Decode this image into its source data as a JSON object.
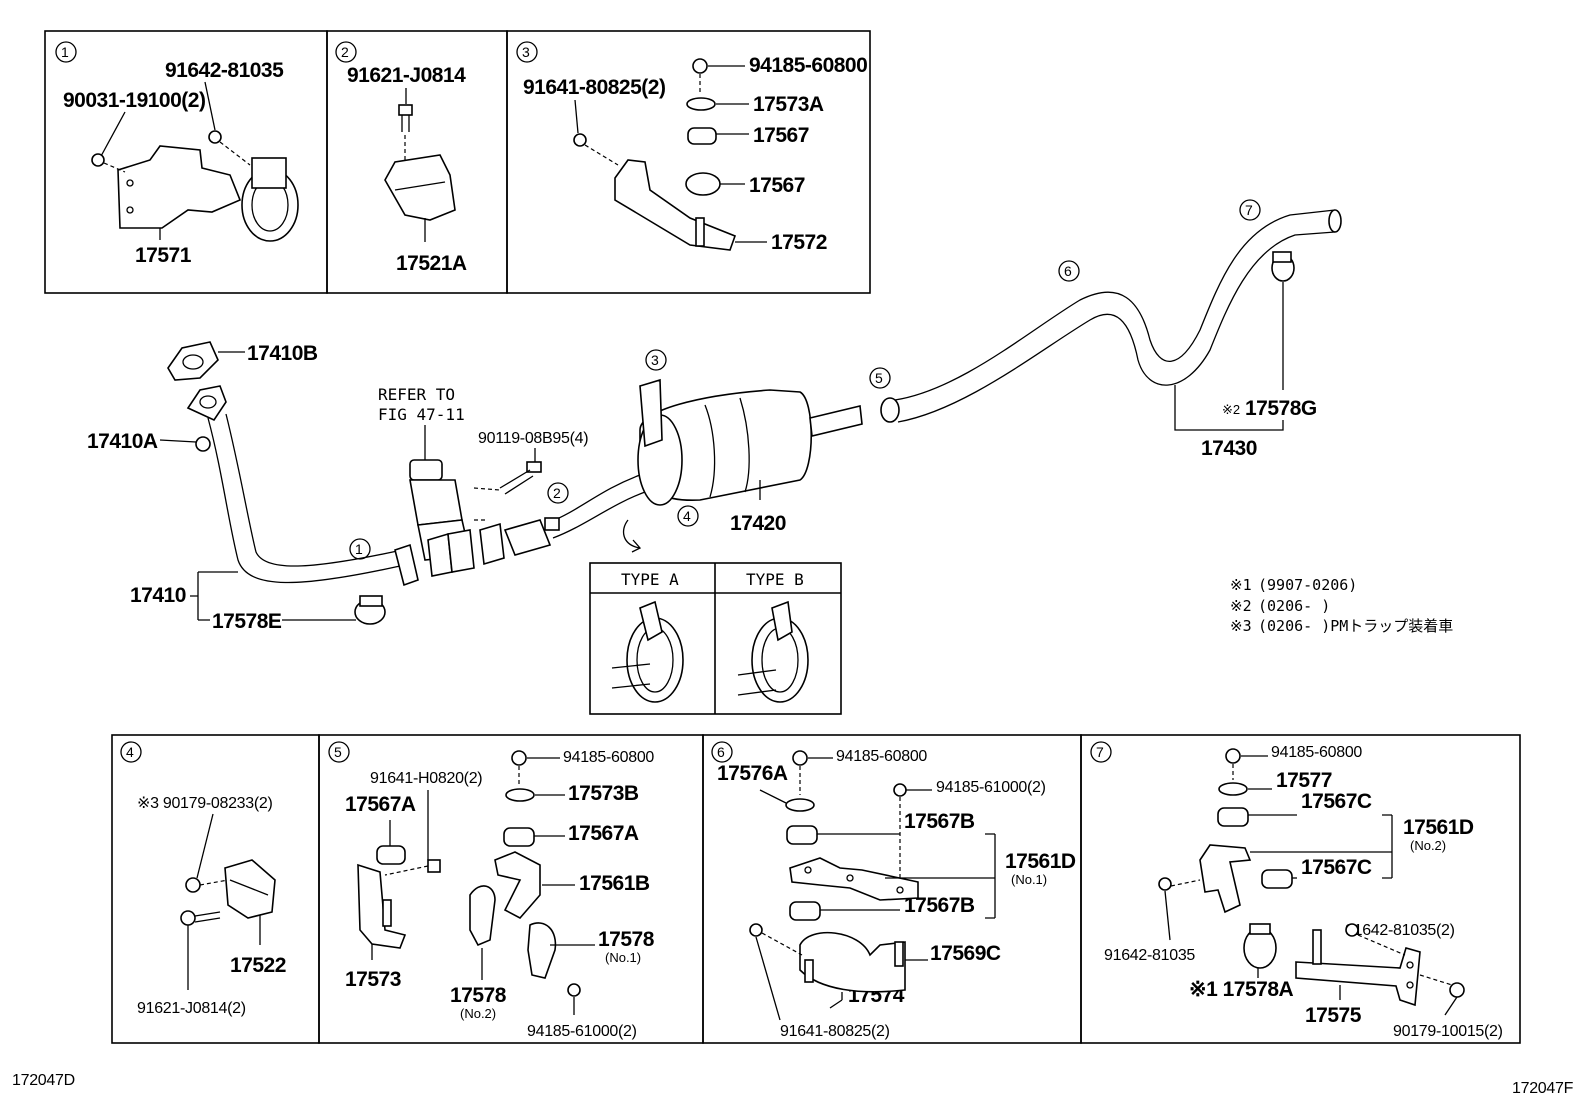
{
  "diagram": {
    "insets_top": [
      {
        "id": "1",
        "parts": [
          "91642-81035",
          "90031-19100(2)",
          "17571"
        ]
      },
      {
        "id": "2",
        "parts": [
          "91621-J0814",
          "17521A"
        ]
      },
      {
        "id": "3",
        "parts": [
          "94185-60800",
          "91641-80825(2)",
          "17573A",
          "17567",
          "17567",
          "17572"
        ]
      }
    ],
    "main": {
      "parts": [
        "17410B",
        "17410A",
        "17410",
        "17578E",
        "17420",
        "17430",
        "17578G"
      ],
      "refer_line1": "REFER TO",
      "refer_line2": "FIG 47-11",
      "bolt": "90119-08B95(4)",
      "callouts": [
        "1",
        "2",
        "3",
        "4",
        "5",
        "6",
        "7"
      ],
      "type_a": "TYPE A",
      "type_b": "TYPE B",
      "marker_17578G": "※2"
    },
    "notes": [
      {
        "mark": "※1",
        "text": "(9907-0206)"
      },
      {
        "mark": "※2",
        "text": "(0206-        )"
      },
      {
        "mark": "※3",
        "text": "(0206-        )PMトラップ装着車"
      }
    ],
    "insets_bottom": [
      {
        "id": "4",
        "parts": [
          "※3 90179-08233(2)",
          "17522",
          "91621-J0814(2)"
        ]
      },
      {
        "id": "5",
        "parts": [
          "94185-60800",
          "91641-H0820(2)",
          "17573B",
          "17567A",
          "17567A",
          "17561B",
          "17573",
          "17578",
          "(No.1)",
          "17578",
          "(No.2)",
          "94185-61000(2)"
        ]
      },
      {
        "id": "6",
        "parts": [
          "94185-60800",
          "17576A",
          "94185-61000(2)",
          "17567B",
          "17561D",
          "(No.1)",
          "17567B",
          "17569C",
          "17574",
          "91641-80825(2)"
        ]
      },
      {
        "id": "7",
        "parts": [
          "94185-60800",
          "17577",
          "17567C",
          "17561D",
          "(No.2)",
          "17567C",
          "91642-81035",
          "91642-81035(2)",
          "※1 17578A",
          "17575",
          "90179-10015(2)"
        ]
      }
    ],
    "footer_left": "172047D",
    "footer_right": "172047F"
  }
}
